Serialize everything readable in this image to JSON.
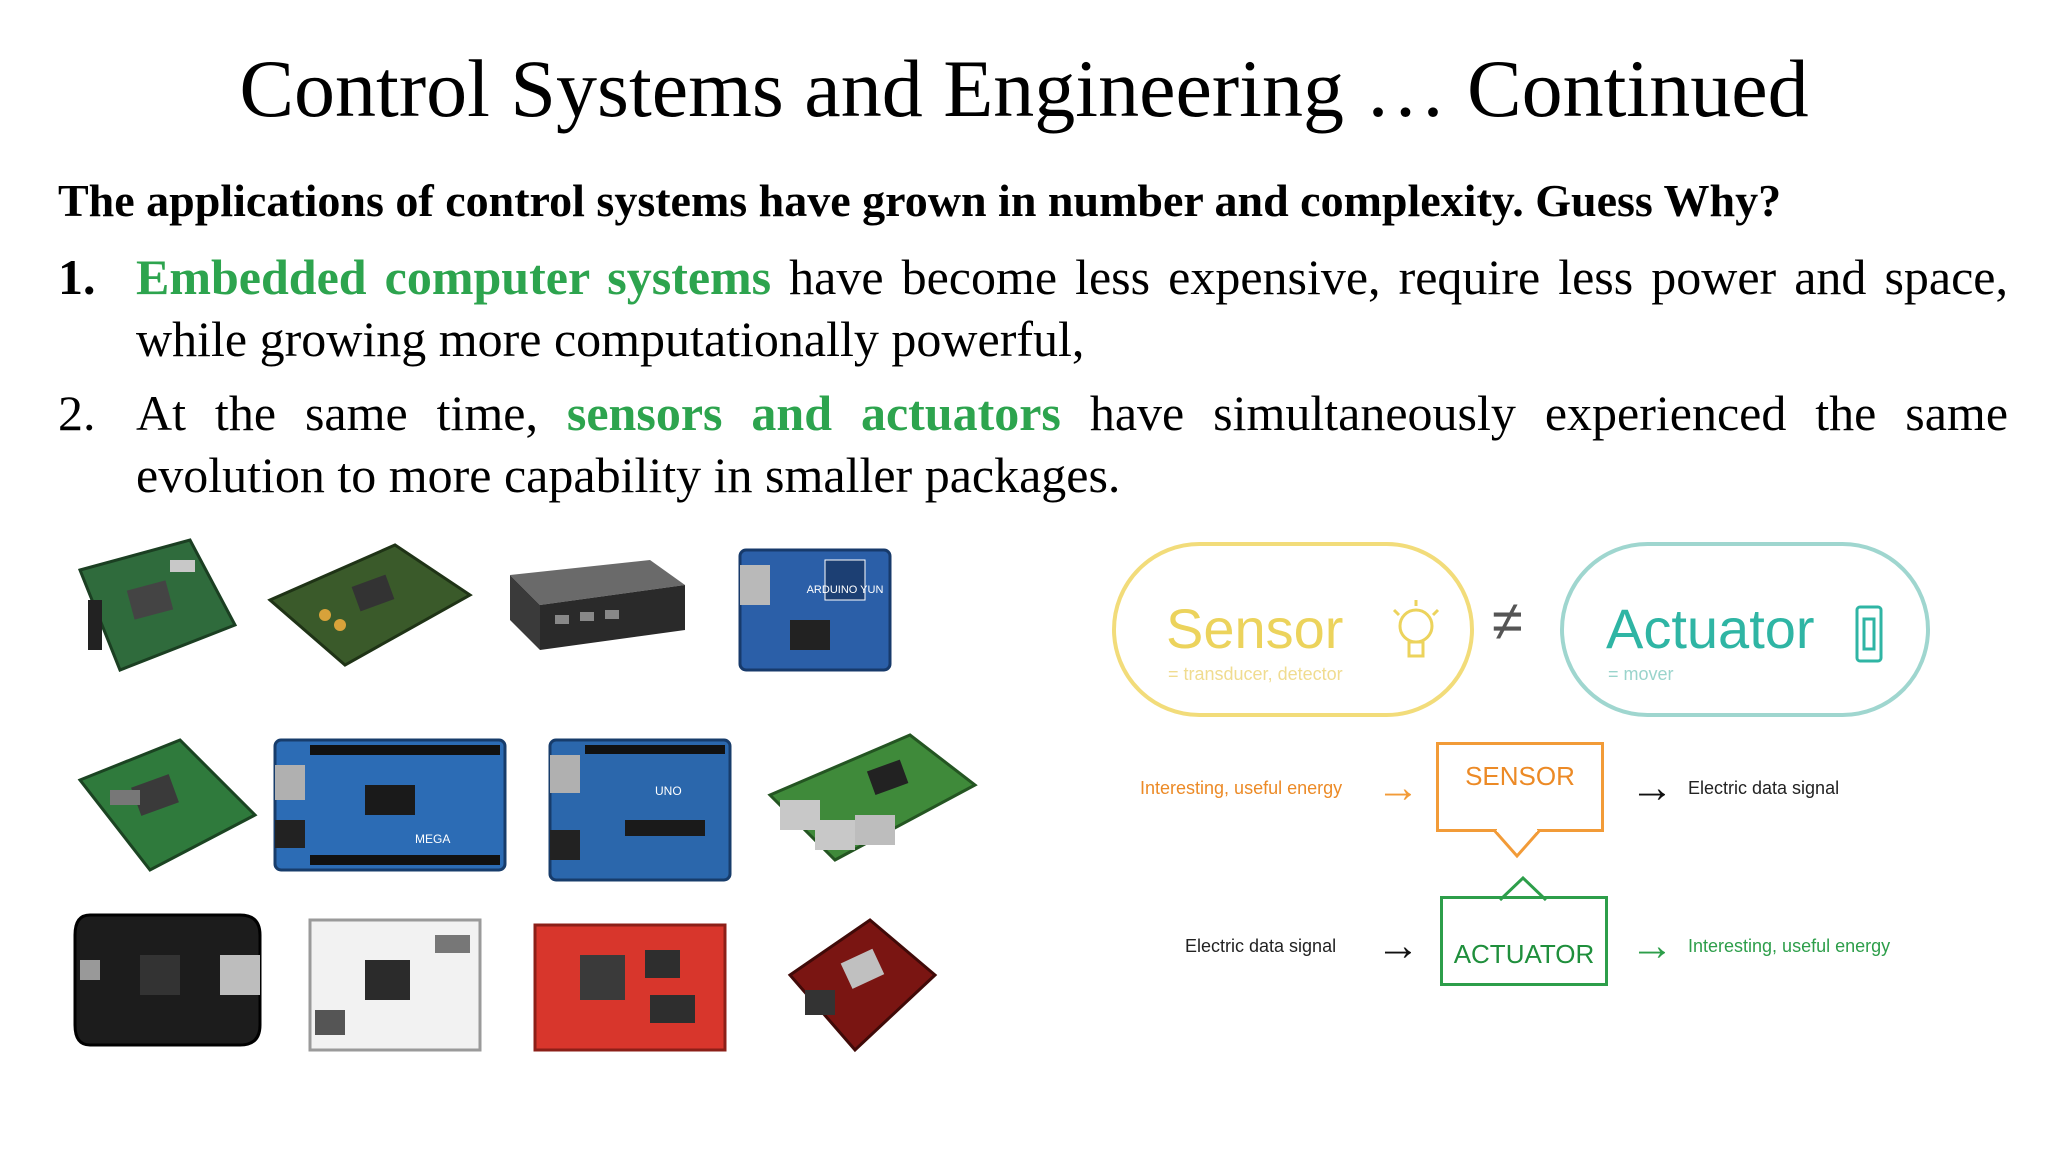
{
  "title": "Control Systems and Engineering … Continued",
  "subtitle": "The applications of control systems have grown in number and complexity. Guess Why?",
  "items": [
    {
      "number": "1.",
      "highlight": "Embedded computer systems",
      "text": " have become less expensive, require less power and space, while growing more computationally powerful,"
    },
    {
      "number": "2.",
      "pre": "At the same time, ",
      "highlight": "sensors and actuators",
      "post_line1": " have simultaneously experienced the same",
      "post_line2": "evolution to more capability in smaller packages."
    }
  ],
  "boards": {
    "labels": [
      "ARDUINO YUN",
      "MEGA",
      "UNO"
    ]
  },
  "diagram": {
    "sensor_title": "Sensor",
    "sensor_sub": "= transducer, detector",
    "actuator_title": "Actuator",
    "actuator_sub": "= mover",
    "not_equal": "≠",
    "sensor_box": "SENSOR",
    "actuator_box": "ACTUATOR",
    "flow1_input": "Interesting, useful energy",
    "flow1_output": "Electric data signal",
    "flow2_input": "Electric data signal",
    "flow2_output": "Interesting, useful energy",
    "colors": {
      "sensor": "#ecd35c",
      "actuator": "#2fb5a4",
      "sensor_flow": "#ec8a26",
      "actuator_flow": "#1f8f3c"
    }
  },
  "colors": {
    "highlight": "#2da44e"
  }
}
